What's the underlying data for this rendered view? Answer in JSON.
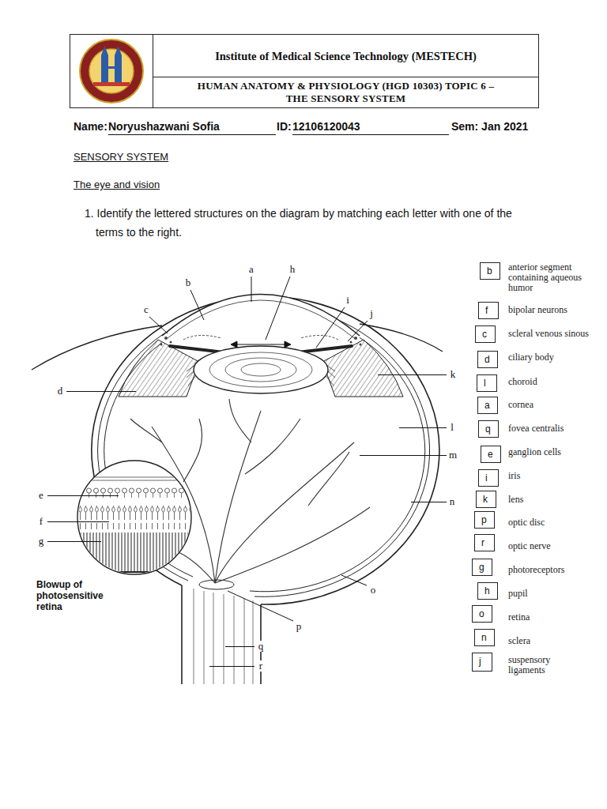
{
  "diagram": {
    "nodes": [
      {
        "text": [
          "Institute of Medical Science Technology (MESTECH)"
        ]
      },
      {
        "text": [
          "HUMAN ANATOMY & PHYSIOLOGY (HGD 10303) TOPIC 6 – THE SENSORY SYSTEM"
        ]
      },
      {
        "text": [
          "b"
        ]
      },
      {
        "text": [
          "f"
        ]
      },
      {
        "text": [
          "c"
        ]
      },
      {
        "text": [
          "d"
        ]
      },
      {
        "text": [
          "l"
        ]
      },
      {
        "text": [
          "a"
        ]
      },
      {
        "text": [
          "q"
        ]
      },
      {
        "text": [
          "e"
        ]
      },
      {
        "text": [
          "i"
        ]
      },
      {
        "text": [
          "k"
        ]
      },
      {
        "text": [
          "p"
        ]
      },
      {
        "text": [
          "r"
        ]
      },
      {
        "text": [
          "g"
        ]
      },
      {
        "text": [
          "h"
        ]
      },
      {
        "text": [
          "o"
        ]
      },
      {
        "text": [
          "n"
        ]
      },
      {
        "text": [
          "j"
        ]
      }
    ],
    "labels": [
      "Name:",
      "Noryushazwani Sofia",
      "ID:",
      "12106120043",
      "Sem: Jan 2021",
      "SENSORY SYSTEM",
      "The eye and vision",
      "1. Identify the lettered structures on the diagram by matching each letter with one of the terms to the right.",
      "a",
      "h",
      "b",
      "i",
      "c",
      "j",
      "k",
      "d",
      "l",
      "m",
      "e",
      "n",
      "f",
      "g",
      "o",
      "p",
      "q",
      "r",
      "Blowup of photosensitive retina",
      "anterior segment containing aqueous humor",
      "bipolar neurons",
      "scleral venous sinous",
      "ciliary body",
      "choroid",
      "cornea",
      "fovea centralis",
      "ganglion cells",
      "iris",
      "lens",
      "optic disc",
      "optic nerve",
      "photoreceptors",
      "pupil",
      "retina",
      "sclera",
      "suspensory ligaments"
    ]
  }
}
